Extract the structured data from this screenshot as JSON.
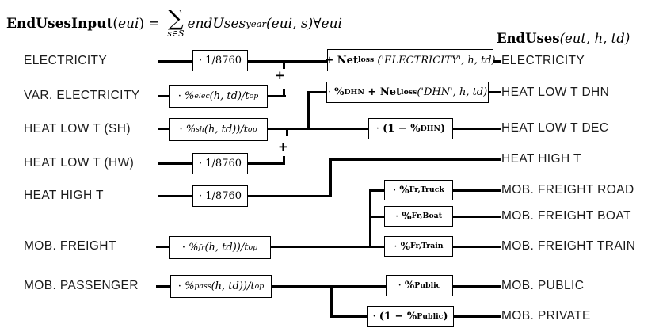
{
  "colors": {
    "line": "#000000",
    "text": "#1b1b1b",
    "box_border": "#000000",
    "background": "#ffffff"
  },
  "header": {
    "input_formula": {
      "name": "EndUsesInput",
      "open": "(",
      "arg": "eui",
      "close_eq": ") = ",
      "sigma": "∑",
      "sigma_sub": "s∈S",
      "body": "endUses",
      "body_sub": "year",
      "tail": "(eui, s)∀eui"
    },
    "output_formula": {
      "name": "EndUses",
      "args": "(eut, h, td)"
    }
  },
  "left_labels": {
    "electricity": "ELECTRICITY",
    "var_electricity": "VAR. ELECTRICITY",
    "heat_low_t_sh": "HEAT LOW T (SH)",
    "heat_low_t_hw": "HEAT LOW T (HW)",
    "heat_high_t": "HEAT HIGH T",
    "mob_freight": "MOB. FREIGHT",
    "mob_passenger": "MOB. PASSENGER"
  },
  "right_labels": {
    "electricity": "ELECTRICITY",
    "heat_low_t_dhn": "HEAT LOW T DHN",
    "heat_low_t_dec": "HEAT LOW T DEC",
    "heat_high_t": "HEAT HIGH T",
    "mob_freight_road": "MOB. FREIGHT ROAD",
    "mob_freight_boat": "MOB. FREIGHT BOAT",
    "mob_freight_train": "MOB. FREIGHT TRAIN",
    "mob_public": "MOB. PUBLIC",
    "mob_private": "MOB. PRIVATE"
  },
  "operators": {
    "plus_electricity": "+",
    "plus_heat": "+"
  },
  "boxes": {
    "elec_avg": {
      "text": "· 1/8760"
    },
    "net_elec": {
      "bold": "+ Net",
      "bold_sub": "loss",
      "tail": " ('ELECTRICITY', h, td)"
    },
    "var_elec": {
      "pre": "· ",
      "pct": "%",
      "pct_sub": "elec",
      "mid": "(h, td)/t",
      "mid_sub": "op"
    },
    "dhn": {
      "pre": "· ",
      "pct": "%",
      "pct_sub": "DHN",
      "bold": " + Net",
      "bold_sub": "loss",
      "tail": "('DHN', h, td)"
    },
    "sh": {
      "pre": "· ",
      "pct": "%",
      "pct_sub": "sh",
      "mid": "(h, td))/t",
      "mid_sub": "op"
    },
    "dec": {
      "pre": "· ",
      "bold": "(1 − %",
      "bold_sub": "DHN",
      "close": ")"
    },
    "hw_avg": {
      "text": "· 1/8760"
    },
    "high_avg": {
      "text": "· 1/8760"
    },
    "truck": {
      "pre": "· ",
      "pct": "%",
      "pct_sub": "Fr,Truck"
    },
    "boat": {
      "pre": "· ",
      "pct": "%",
      "pct_sub": "Fr,Boat"
    },
    "train": {
      "pre": "· ",
      "pct": "%",
      "pct_sub": "Fr,Train"
    },
    "fr": {
      "pre": "· ",
      "pct": "%",
      "pct_sub": "fr",
      "mid": "(h, td))/t",
      "mid_sub": "op"
    },
    "pass": {
      "pre": "· ",
      "pct": "%",
      "pct_sub": "pass",
      "mid": "(h, td))/t",
      "mid_sub": "op"
    },
    "public": {
      "pre": "· ",
      "pct": "%",
      "pct_sub": "Public"
    },
    "private": {
      "pre": "· ",
      "bold": "(1 − %",
      "bold_sub": "Public",
      "close": ")"
    }
  }
}
